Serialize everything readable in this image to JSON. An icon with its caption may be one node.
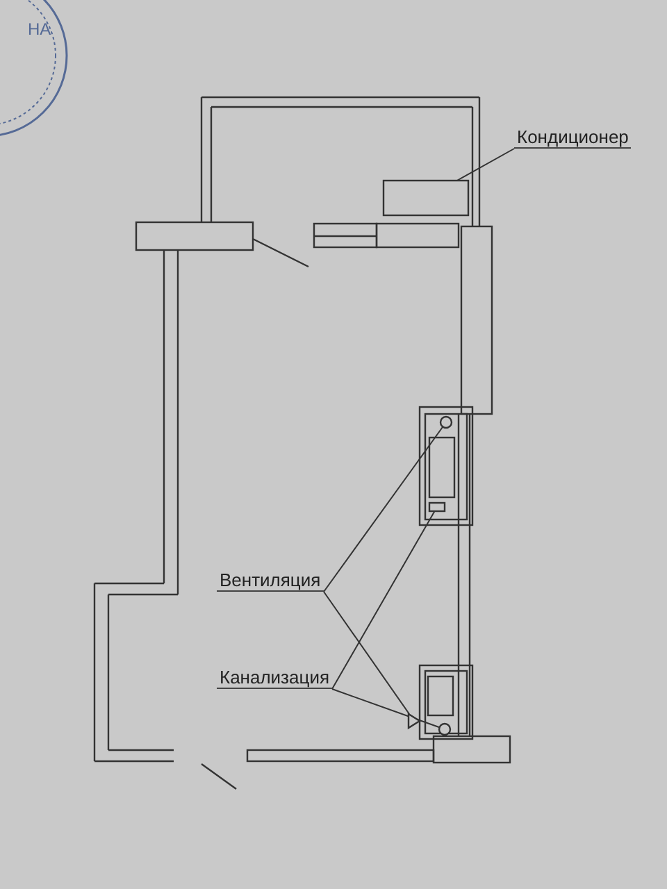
{
  "diagram": {
    "nodes": [
      {
        "text": [
          "Кондиционер"
        ]
      },
      {
        "text": [
          "Вентиляция"
        ]
      },
      {
        "text": [
          "Канализация"
        ]
      },
      {
        "text": [],
        "shape": "box"
      },
      {
        "text": [],
        "shape": "circle"
      },
      {
        "text": [],
        "shape": "box"
      },
      {
        "text": [],
        "shape": "triangle"
      },
      {
        "text": [],
        "shape": "circle"
      }
    ],
    "edges": [
      {
        "from": 0,
        "to": 3,
        "arrow": "none"
      },
      {
        "from": 1,
        "to": 4,
        "arrow": "none"
      },
      {
        "from": 1,
        "to": 6,
        "arrow": "none"
      },
      {
        "from": 2,
        "to": 5,
        "arrow": "none"
      },
      {
        "from": 2,
        "to": 7,
        "arrow": "none"
      }
    ],
    "labels": [
      "НА"
    ]
  }
}
